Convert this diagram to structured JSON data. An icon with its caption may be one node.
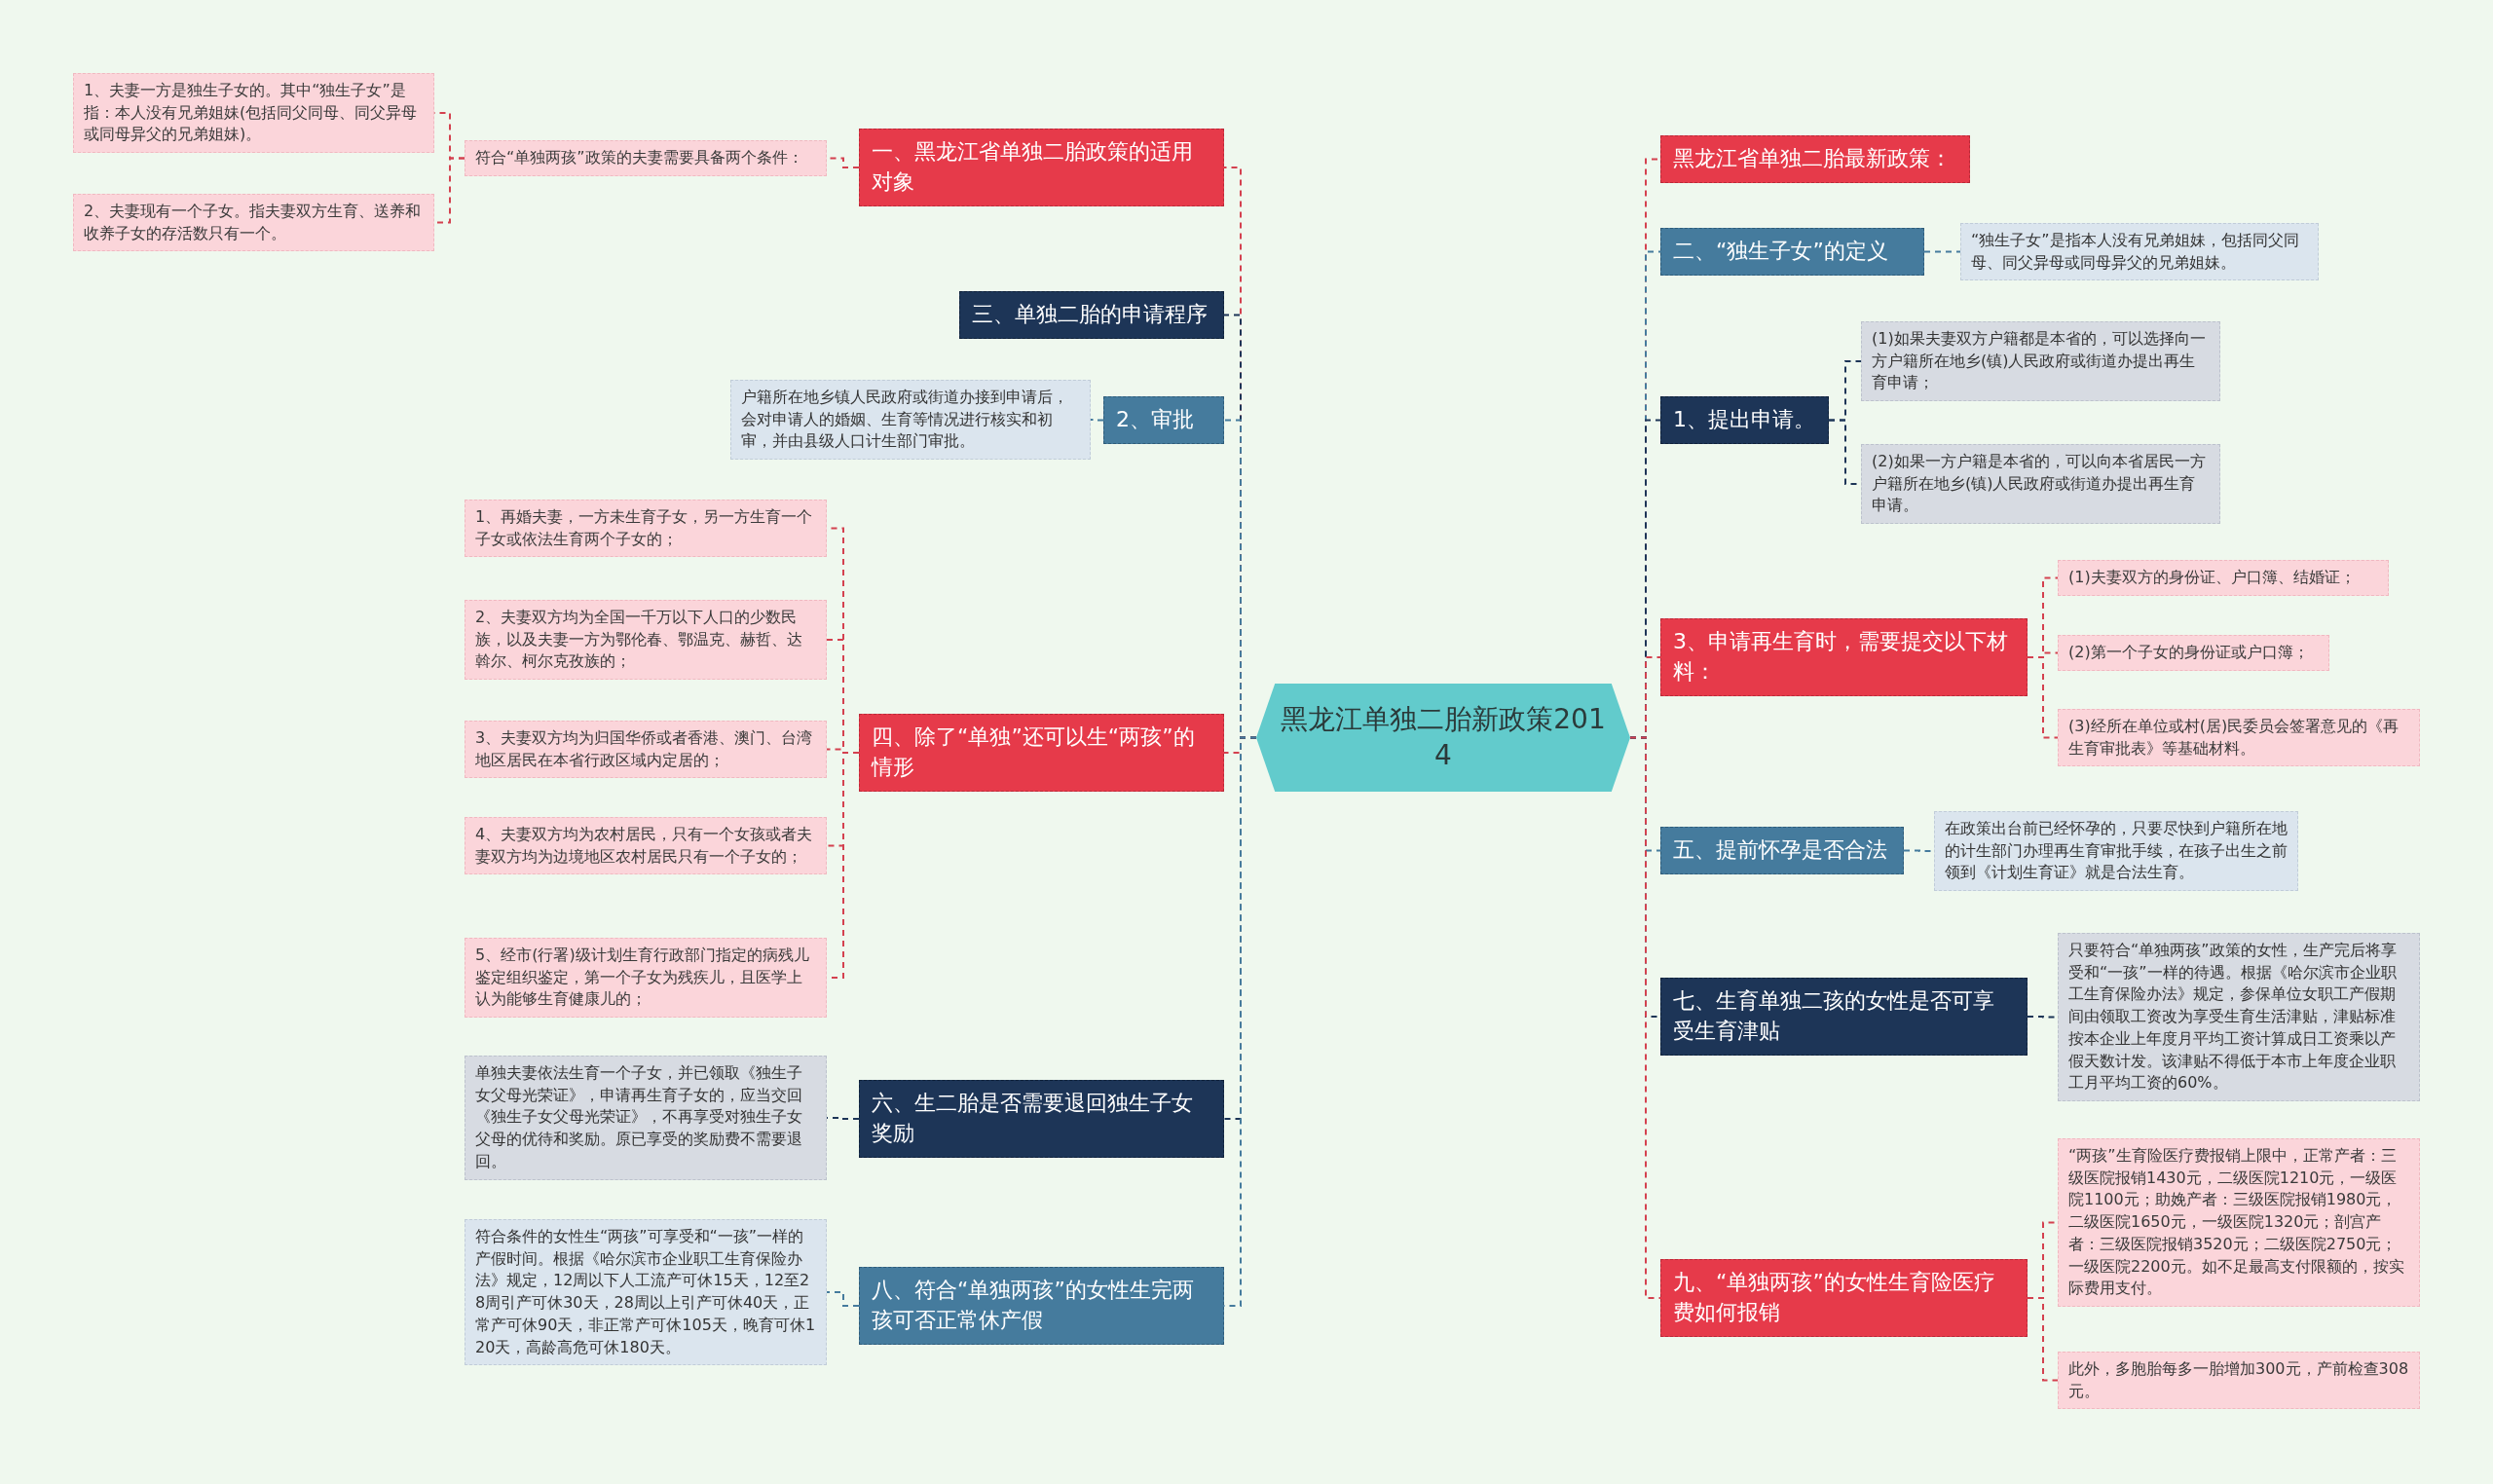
{
  "diagram": {
    "nodes": [
      {
        "text": [
          "黑龙江单独二胎新政策2014"
        ]
      },
      {
        "text": [
          "一、黑龙江省单独二胎政策的适用对象"
        ]
      },
      {
        "text": [
          "符合“单独两孩”政策的夫妻需要具备两个条件："
        ]
      },
      {
        "text": [
          "1、夫妻一方是独生子女的。其中“独生子女”是指：本人没有兄弟姐妹(包括同父同母、同父异母或同母异父的兄弟姐妹)。"
        ]
      },
      {
        "text": [
          "2、夫妻现有一个子女。指夫妻双方生育、送养和收养子女的存活数只有一个。"
        ]
      },
      {
        "text": [
          "三、单独二胎的申请程序"
        ]
      },
      {
        "text": [
          "2、审批"
        ]
      },
      {
        "text": [
          "户籍所在地乡镇人民政府或街道办接到申请后，会对申请人的婚姻、生育等情况进行核实和初审，并由县级人口计生部门审批。"
        ]
      },
      {
        "text": [
          "四、除了“单独”还可以生“两孩”的情形"
        ]
      },
      {
        "text": [
          "1、再婚夫妻，一方未生育子女，另一方生育一个子女或依法生育两个子女的；"
        ]
      },
      {
        "text": [
          "2、夫妻双方均为全国一千万以下人口的少数民族，以及夫妻一方为鄂伦春、鄂温克、赫哲、达斡尔、柯尔克孜族的；"
        ]
      },
      {
        "text": [
          "3、夫妻双方均为归国华侨或者香港、澳门、台湾地区居民在本省行政区域内定居的；"
        ]
      },
      {
        "text": [
          "4、夫妻双方均为农村居民，只有一个女孩或者夫妻双方均为边境地区农村居民只有一个子女的；"
        ]
      },
      {
        "text": [
          "5、经市(行署)级计划生育行政部门指定的病残儿鉴定组织鉴定，第一个子女为残疾儿，且医学上认为能够生育健康儿的；"
        ]
      },
      {
        "text": [
          "六、生二胎是否需要退回独生子女奖励"
        ]
      },
      {
        "text": [
          "单独夫妻依法生育一个子女，并已领取《独生子女父母光荣证》，申请再生育子女的，应当交回《独生子女父母光荣证》，不再享受对独生子女父母的优待和奖励。原已享受的奖励费不需要退回。"
        ]
      },
      {
        "text": [
          "八、符合“单独两孩”的女性生完两孩可否正常休产假"
        ]
      },
      {
        "text": [
          "符合条件的女性生“两孩”可享受和“一孩”一样的产假时间。根据《哈尔滨市企业职工生育保险办法》规定，12周以下人工流产可休15天，12至28周引产可休30天，28周以上引产可休40天，正常产可休90天，非正常产可休105天，晚育可休120天，高龄高危可休180天。"
        ]
      },
      {
        "text": [
          "黑龙江省单独二胎最新政策："
        ]
      },
      {
        "text": [
          "二、“独生子女”的定义"
        ]
      },
      {
        "text": [
          "“独生子女”是指本人没有兄弟姐妹，包括同父同母、同父异母或同母异父的兄弟姐妹。"
        ]
      },
      {
        "text": [
          "1、提出申请。"
        ]
      },
      {
        "text": [
          "(1)如果夫妻双方户籍都是本省的，可以选择向一方户籍所在地乡(镇)人民政府或街道办提出再生育申请；"
        ]
      },
      {
        "text": [
          "(2)如果一方户籍是本省的，可以向本省居民一方户籍所在地乡(镇)人民政府或街道办提出再生育申请。"
        ]
      },
      {
        "text": [
          "3、申请再生育时，需要提交以下材料："
        ]
      },
      {
        "text": [
          "(1)夫妻双方的身份证、户口簿、结婚证；"
        ]
      },
      {
        "text": [
          "(2)第一个子女的身份证或户口簿；"
        ]
      },
      {
        "text": [
          "(3)经所在单位或村(居)民委员会签署意见的《再生育审批表》等基础材料。"
        ]
      },
      {
        "text": [
          "五、提前怀孕是否合法"
        ]
      },
      {
        "text": [
          "在政策出台前已经怀孕的，只要尽快到户籍所在地的计生部门办理再生育审批手续，在孩子出生之前领到《计划生育证》就是合法生育。"
        ]
      },
      {
        "text": [
          "七、生育单独二孩的女性是否可享受生育津贴"
        ]
      },
      {
        "text": [
          "只要符合“单独两孩”政策的女性，生产完后将享受和“一孩”一样的待遇。根据《哈尔滨市企业职工生育保险办法》规定，参保单位女职工产假期间由领取工资改为享受生育生活津贴，津贴标准按本企业上年度月平均工资计算成日工资乘以产假天数计发。该津贴不得低于本市上年度企业职工月平均工资的60%。"
        ]
      },
      {
        "text": [
          "九、“单独两孩”的女性生育险医疗费如何报销"
        ]
      },
      {
        "text": [
          "“两孩”生育险医疗费报销上限中，正常产者：三级医院报销1430元，二级医院1210元，一级医院1100元；助娩产者：三级医院报销1980元，二级医院1650元，一级医院1320元；剖宫产者：三级医院报销3520元；二级医院2750元；一级医院2200元。如不足最高支付限额的，按实际费用支付。"
        ]
      },
      {
        "text": [
          "此外，多胞胎每多一胎增加300元，产前检查308元。"
        ]
      }
    ],
    "edges": [
      {
        "from": 0,
        "to": 1,
        "arrow": "none"
      },
      {
        "from": 1,
        "to": 2,
        "arrow": "none"
      },
      {
        "from": 2,
        "to": 3,
        "arrow": "none"
      },
      {
        "from": 2,
        "to": 4,
        "arrow": "none"
      },
      {
        "from": 0,
        "to": 5,
        "arrow": "none",
        "color": "#1d3557"
      },
      {
        "from": 0,
        "to": 6,
        "arrow": "none",
        "color": "#457b9d"
      },
      {
        "from": 6,
        "to": 7,
        "arrow": "none",
        "color": "#457b9d"
      },
      {
        "from": 0,
        "to": 8,
        "arrow": "none"
      },
      {
        "from": 8,
        "to": 9,
        "arrow": "none"
      },
      {
        "from": 8,
        "to": 10,
        "arrow": "none"
      },
      {
        "from": 8,
        "to": 11,
        "arrow": "none"
      },
      {
        "from": 8,
        "to": 12,
        "arrow": "none"
      },
      {
        "from": 8,
        "to": 13,
        "arrow": "none"
      },
      {
        "from": 0,
        "to": 14,
        "arrow": "none",
        "color": "#1d3557"
      },
      {
        "from": 14,
        "to": 15,
        "arrow": "none",
        "color": "#1d3557"
      },
      {
        "from": 0,
        "to": 16,
        "arrow": "none",
        "color": "#457b9d"
      },
      {
        "from": 16,
        "to": 17,
        "arrow": "none",
        "color": "#457b9d"
      },
      {
        "from": 0,
        "to": 18,
        "arrow": "none"
      },
      {
        "from": 0,
        "to": 19,
        "arrow": "none",
        "color": "#457b9d"
      },
      {
        "from": 19,
        "to": 20,
        "arrow": "none",
        "color": "#457b9d"
      },
      {
        "from": 0,
        "to": 21,
        "arrow": "none",
        "color": "#1d3557"
      },
      {
        "from": 21,
        "to": 22,
        "arrow": "none",
        "color": "#1d3557"
      },
      {
        "from": 21,
        "to": 23,
        "arrow": "none",
        "color": "#1d3557"
      },
      {
        "from": 0,
        "to": 24,
        "arrow": "none"
      },
      {
        "from": 24,
        "to": 25,
        "arrow": "none"
      },
      {
        "from": 24,
        "to": 26,
        "arrow": "none"
      },
      {
        "from": 24,
        "to": 27,
        "arrow": "none"
      },
      {
        "from": 0,
        "to": 28,
        "arrow": "none",
        "color": "#457b9d"
      },
      {
        "from": 28,
        "to": 29,
        "arrow": "none",
        "color": "#457b9d"
      },
      {
        "from": 0,
        "to": 30,
        "arrow": "none",
        "color": "#1d3557"
      },
      {
        "from": 30,
        "to": 31,
        "arrow": "none",
        "color": "#1d3557"
      },
      {
        "from": 0,
        "to": 32,
        "arrow": "none"
      },
      {
        "from": 32,
        "to": 33,
        "arrow": "none"
      },
      {
        "from": 32,
        "to": 34,
        "arrow": "none"
      }
    ]
  }
}
